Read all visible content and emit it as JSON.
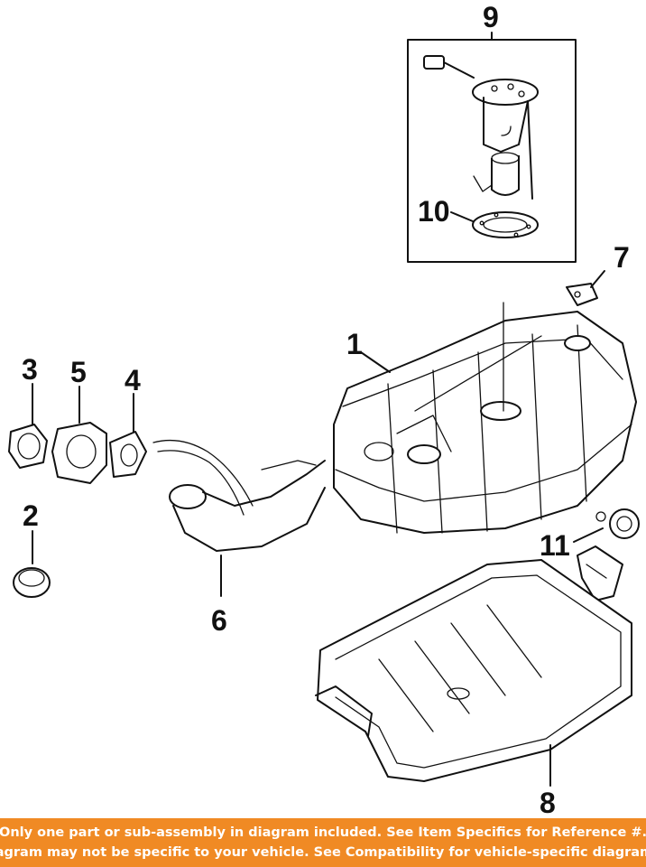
{
  "callouts": {
    "c1": "1",
    "c2": "2",
    "c3": "3",
    "c4": "4",
    "c5": "5",
    "c6": "6",
    "c7": "7",
    "c8": "8",
    "c9": "9",
    "c10": "10",
    "c11": "11"
  },
  "footer": {
    "line1": "Only one part or sub-assembly in diagram included. See Item Specifics for Reference #.",
    "line2": "Diagram may not be specific to your vehicle. See Compatibility for vehicle-specific diagrams."
  },
  "colors": {
    "footer_bg": "#f08a24",
    "footer_text": "#ffffff",
    "line": "#111111"
  }
}
